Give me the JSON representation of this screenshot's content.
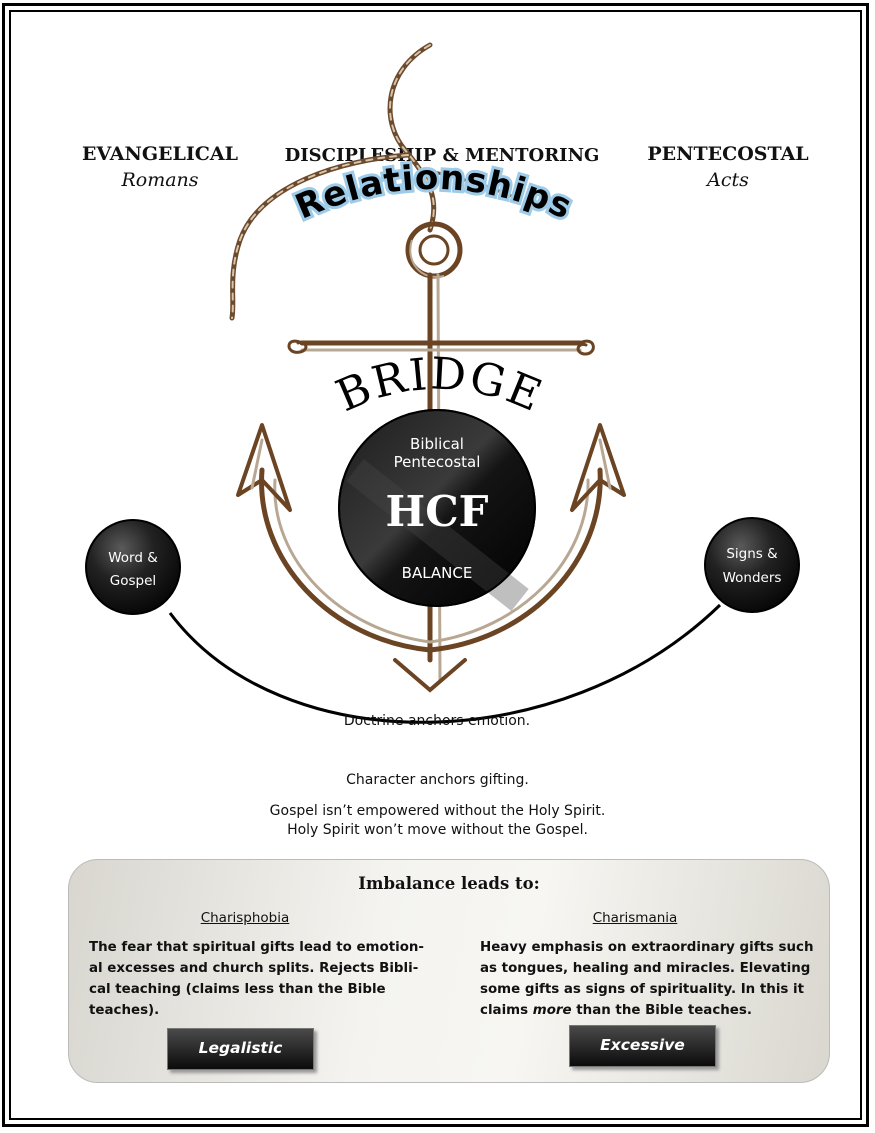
{
  "header": {
    "left_title": "EVANGELICAL",
    "left_sub": "Romans",
    "center_title": "DISCIPLESHIP & MENTORING",
    "right_title": "PENTECOSTAL",
    "right_sub": "Acts"
  },
  "diagram": {
    "relationships": "Relationships",
    "bridge": "BRIDGE",
    "center_line1": "Biblical",
    "center_line2": "Pentecostal",
    "center_main": "HCF",
    "center_bottom": "BALANCE",
    "left_circle_l1": "Word &",
    "left_circle_l2": "Gospel",
    "right_circle_l1": "Signs &",
    "right_circle_l2": "Wonders",
    "doctrine": "Doctrine anchors emotion."
  },
  "notes": {
    "character": "Character anchors gifting.",
    "gospel1": "Gospel isn’t empowered without the Holy Spirit.",
    "gospel2": "Holy Spirit won’t move without the Gospel."
  },
  "imbalance": {
    "title": "Imbalance leads to:",
    "left_title": "Charisphobia",
    "left_lines": [
      "The fear that spiritual gifts lead to emotion-",
      "al excesses and church splits. Rejects Bibli-",
      "cal teaching (claims less than the Bible",
      "teaches)."
    ],
    "left_tag": "Legalistic",
    "right_title": "Charismania",
    "right_lines": [
      "Heavy emphasis on extraordinary gifts such",
      "as tongues, healing and miracles. Elevating",
      "some gifts as signs of spirituality. In this it"
    ],
    "right_last_pre": "claims ",
    "right_last_em": "more",
    "right_last_post": " than the Bible teaches.",
    "right_tag": "Excessive"
  },
  "colors": {
    "anchor": "#6b4423",
    "anchor_light": "#b8a893",
    "rope": "#6b4a2e",
    "circle_dark": "#111111",
    "relationships_glow": "#9ecbe8"
  }
}
